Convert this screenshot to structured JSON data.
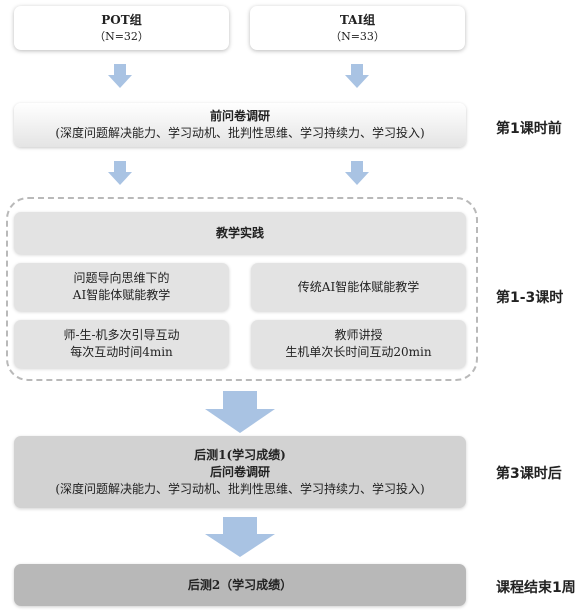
{
  "groups": [
    {
      "name": "POT组",
      "n": "（N=32）"
    },
    {
      "name": "TAI组",
      "n": "（N=33）"
    }
  ],
  "pre_survey": {
    "title": "前问卷调研",
    "detail": "(深度问题解决能力、学习动机、批判性思维、学习持续力、学习投入)"
  },
  "practice": {
    "title": "教学实践",
    "pot_method": [
      "问题导向思维下的",
      "AI智能体赋能教学"
    ],
    "tai_method": "传统AI智能体赋能教学",
    "pot_interaction": [
      "师-生-机多次引导互动",
      "每次互动时间4min"
    ],
    "tai_interaction": [
      "教师讲授",
      "生机单次长时间互动20min"
    ]
  },
  "post_test1": {
    "line1": "后测1(学习成绩)",
    "line2": "后问卷调研",
    "detail": "(深度问题解决能力、学习动机、批判性思维、学习持续力、学习投入)"
  },
  "post_test2": {
    "title": "后测2（学习成绩）"
  },
  "stages": [
    "第1课时前",
    "第1-3课时",
    "第3课时后",
    "课程结束1周"
  ],
  "colors": {
    "arrow": "#a9c3e3",
    "dashed_border": "#b9b9b9"
  }
}
